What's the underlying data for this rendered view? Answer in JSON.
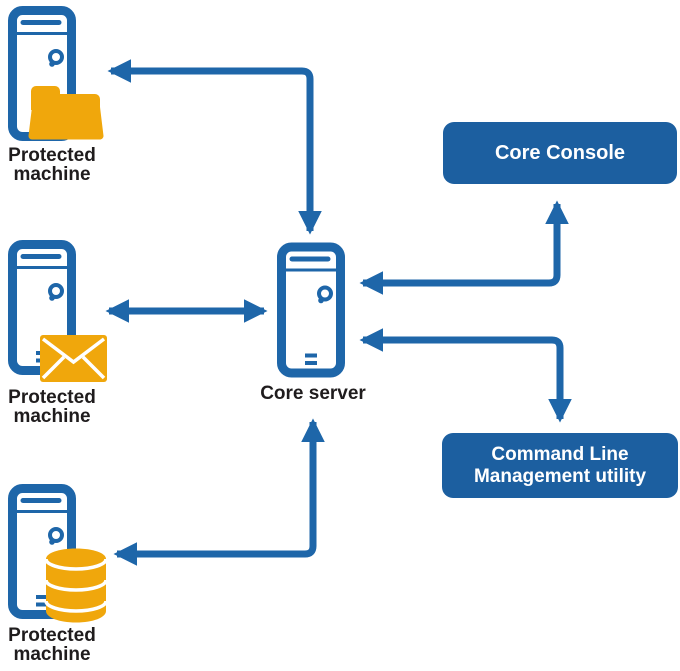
{
  "title": "Core server architecture diagram",
  "palette": {
    "blue": "#1e66a9",
    "blue_box": "#1c5fa0",
    "amber": "#f0a70c",
    "label_text": "#1f1c1d",
    "box_text": "#ffffff"
  },
  "machines": [
    {
      "label": "Protected machine",
      "overlay_icon": "folder-icon"
    },
    {
      "label": "Protected machine",
      "overlay_icon": "mail-icon"
    },
    {
      "label": "Protected machine",
      "overlay_icon": "database-icon"
    }
  ],
  "core": {
    "label": "Core server",
    "icon": "computer-tower-icon"
  },
  "console_box": {
    "label": "Core Console"
  },
  "cli_box": {
    "label": "Command Line Management utility"
  },
  "connectors": [
    {
      "name": "pm1-core",
      "type": "elbow",
      "heads": "both",
      "from": "protected-machine-1",
      "to": "core-server-top"
    },
    {
      "name": "pm2-core",
      "type": "straight",
      "heads": "both",
      "from": "protected-machine-2",
      "to": "core-server-left"
    },
    {
      "name": "pm3-core",
      "type": "elbow",
      "heads": "both",
      "from": "protected-machine-3",
      "to": "core-server-bottom"
    },
    {
      "name": "core-console",
      "type": "elbow",
      "heads": "both",
      "from": "core-server-right",
      "to": "core-console"
    },
    {
      "name": "core-cli",
      "type": "elbow",
      "heads": "both",
      "from": "core-server-right",
      "to": "command-line-management-utility"
    }
  ]
}
